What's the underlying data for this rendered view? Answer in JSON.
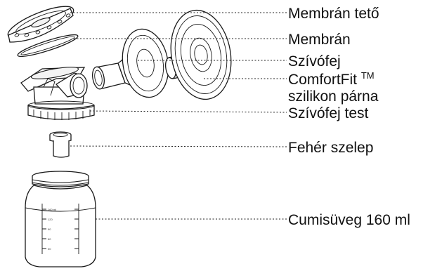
{
  "labels": {
    "membrane_cap": "Membrán tető",
    "membrane": "Membrán",
    "breast_shield": "Szívófej",
    "comfortfit_line1": "ComfortFit",
    "comfortfit_tm": "TM",
    "comfortfit_line2": "szilikon párna",
    "pump_body": "Szívófej test",
    "white_valve": "Fehér szelep",
    "bottle": "Cumisüveg 160 ml"
  },
  "bottle_markings": [
    "160 ml",
    "120",
    "90",
    "60",
    "30"
  ]
}
